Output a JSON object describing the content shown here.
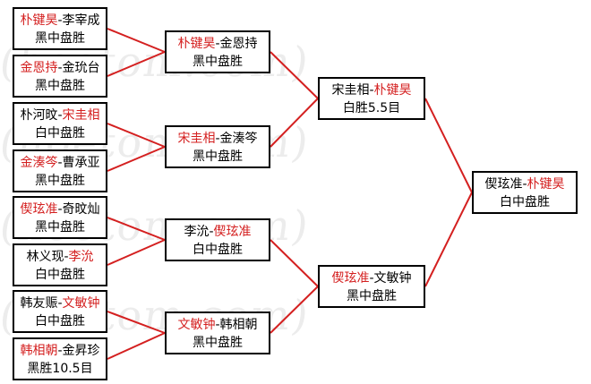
{
  "watermark": "(hoetom.com)",
  "line_color": "#d42020",
  "winner_color": "#d42020",
  "round1": [
    {
      "left": "朴键昊",
      "right": "李宰成",
      "winner": "left",
      "result": "黑中盘胜"
    },
    {
      "left": "金恩持",
      "right": "金玧台",
      "winner": "left",
      "result": "黑中盘胜"
    },
    {
      "left": "朴河旼",
      "right": "宋圭相",
      "winner": "right",
      "result": "白中盘胜"
    },
    {
      "left": "金湊笒",
      "right": "曹承亚",
      "winner": "left",
      "result": "黑中盘胜"
    },
    {
      "left": "偰玹准",
      "right": "奇旼灿",
      "winner": "left",
      "result": "黑中盘胜"
    },
    {
      "left": "林义现",
      "right": "李沇",
      "winner": "right",
      "result": "白中盘胜"
    },
    {
      "left": "韩友赈",
      "right": "文敏钟",
      "winner": "right",
      "result": "白中盘胜"
    },
    {
      "left": "韩相朝",
      "right": "金昇珍",
      "winner": "left",
      "result": "黑胜10.5目"
    }
  ],
  "round2": [
    {
      "left": "朴键昊",
      "right": "金恩持",
      "winner": "left",
      "result": "黑中盘胜"
    },
    {
      "left": "宋圭相",
      "right": "金湊笒",
      "winner": "left",
      "result": "黑中盘胜"
    },
    {
      "left": "李沇",
      "right": "偰玹准",
      "winner": "right",
      "result": "白中盘胜"
    },
    {
      "left": "文敏钟",
      "right": "韩相朝",
      "winner": "left",
      "result": "黑中盘胜"
    }
  ],
  "round3": [
    {
      "left": "宋圭相",
      "right": "朴键昊",
      "winner": "right",
      "result": "白胜5.5目"
    },
    {
      "left": "偰玹准",
      "right": "文敏钟",
      "winner": "left",
      "result": "黑中盘胜"
    }
  ],
  "final": [
    {
      "left": "偰玹准",
      "right": "朴键昊",
      "winner": "right",
      "result": "白中盘胜"
    }
  ]
}
